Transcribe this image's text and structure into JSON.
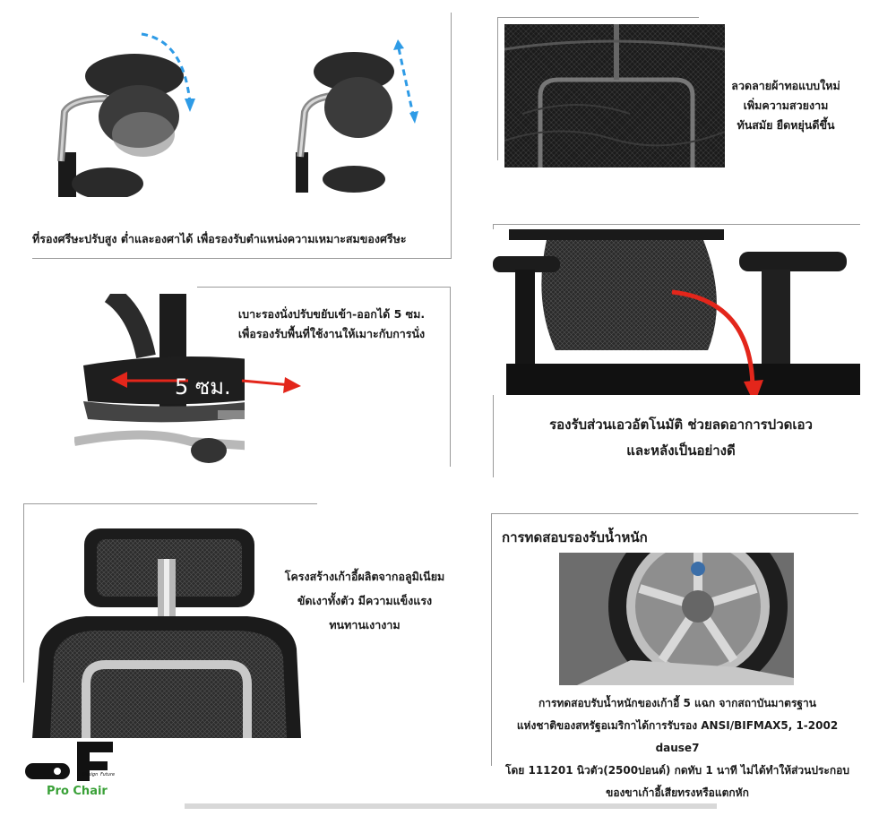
{
  "headrest": {
    "caption": "ที่รองศรีษะปรับสูง ต่ำและองศาได้ เพื่อรองรับตำแหน่งความเหมาะสมของศรีษะ"
  },
  "mesh": {
    "lines": [
      "ลวดลายผ้าทอแบบใหม่",
      "เพิ่มความสวยงาม",
      "ทันสมัย ยืดหยุ่นดีขึ้น"
    ]
  },
  "seat": {
    "lines": [
      "เบาะรองนั่งปรับขยับเข้า-ออกได้ 5 ซม.",
      "เพื่อรองรับพื้นที่ใช้งานให้เมาะกับการนั่ง"
    ],
    "overlay": "5 ซม."
  },
  "lumbar": {
    "lines": [
      "รองรับส่วนเอวอัตโนมัติ ช่วยลดอาการปวดเอว",
      "และหลังเป็นอย่างดี"
    ]
  },
  "frame": {
    "lines": [
      "โครงสร้างเก้าอี้ผลิตจากอลูมิเนียม",
      "ขัดเงาทั้งตัว มีความแข็งแรง",
      "ทนทานเงางาม"
    ]
  },
  "weight": {
    "title": "การทดสอบรองรับน้ำหนัก",
    "lines": [
      "การทดสอบรับน้ำหนักของเก้าอี้ 5 แฉก จากสถาบันมาตรฐาน",
      "แห่งชาติของสหรัฐอเมริกาได้การรับรอง ANSI/BIFMAX5, 1-2002 dause7",
      "โดย 111201 นิวตัว(2500ปอนด์) กดทับ 1 นาที ไม่ได้ทำให้ส่วนประกอบ",
      "ของขาเก้าอี้เสียทรงหรือแตกหัก"
    ]
  },
  "logo": {
    "small1": "Design",
    "small2": "Future",
    "brand": "Pro Chair"
  },
  "colors": {
    "arrow_blue": "#2e9be6",
    "arrow_red": "#e3261b",
    "brand_green": "#3aa138"
  }
}
